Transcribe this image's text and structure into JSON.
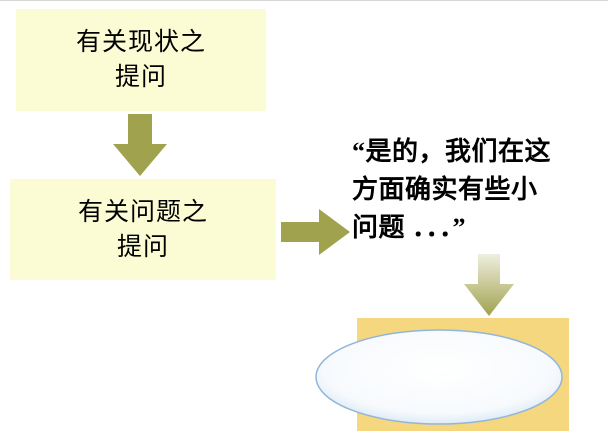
{
  "diagram": {
    "boxes": [
      {
        "line1": "有关现状之",
        "line2": "提问"
      },
      {
        "line1": "有关问题之",
        "line2": "提问"
      }
    ],
    "quote": {
      "line1": "“是的，我们在这",
      "line2": "方面确实有些小",
      "line3": "问题 ．．．”"
    }
  },
  "colors": {
    "box-fill": "#FCFCD4",
    "arrow-olive": "#A1A24E",
    "arrow-gradient-start": "#EEEFDE",
    "highlight-yellow": "#F4D77E",
    "ellipse-edge": "#BDD7EE",
    "ellipse-stroke": "#92B6D9",
    "text": "#000000",
    "background": "#FFFFFF"
  }
}
